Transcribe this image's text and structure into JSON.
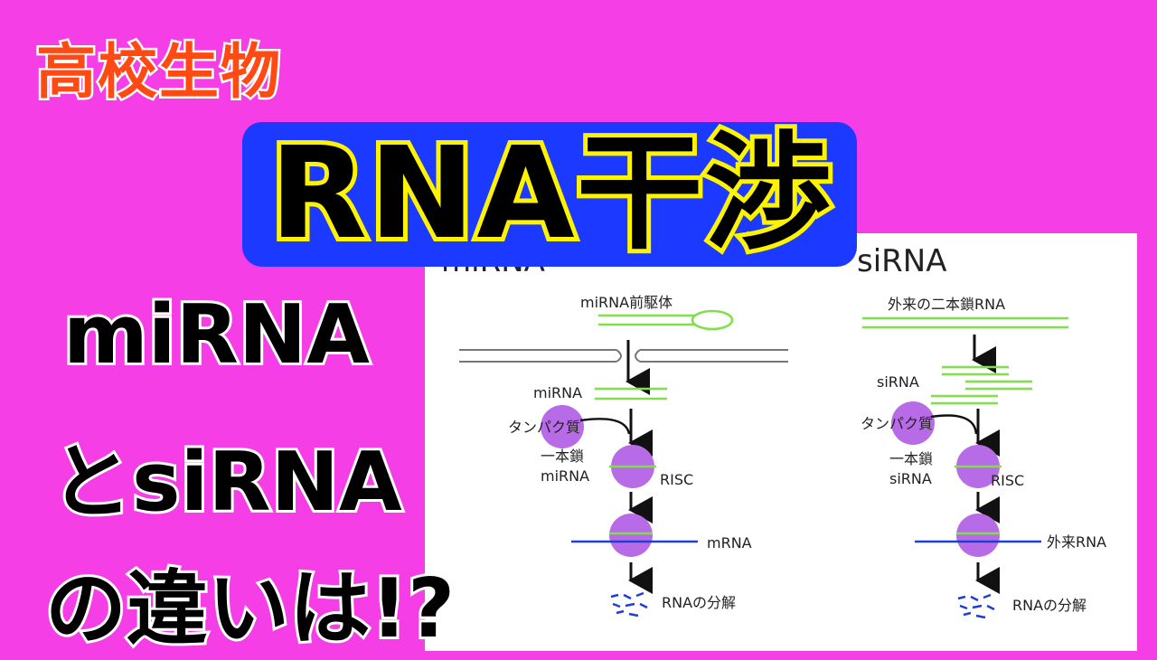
{
  "subject": "高校生物",
  "title": "RNA干渉",
  "question": {
    "line1": "miRNA",
    "line2": "とsiRNA",
    "line3": "の違いは!?"
  },
  "diagram": {
    "left": {
      "heading": "miRNA",
      "precursor": "miRNA前駆体",
      "mirna": "miRNA",
      "protein": "タンパク質",
      "single_strand_1": "一本鎖",
      "single_strand_2": "miRNA",
      "risc": "RISC",
      "target": "mRNA",
      "degradation": "RNAの分解"
    },
    "right": {
      "heading": "siRNA",
      "source": "外来の二本鎖RNA",
      "sirna": "siRNA",
      "protein": "タンパク質",
      "single_strand_1": "一本鎖",
      "single_strand_2": "siRNA",
      "risc": "RISC",
      "target": "外来RNA",
      "degradation": "RNAの分解"
    }
  },
  "colors": {
    "background": "#f53ee6",
    "strand": "#7fe04a",
    "protein": "#b86be6",
    "mrna": "#1d3fd6",
    "subject": "#ff4a14",
    "title_stroke": "#fff400",
    "title_box": "#1c39ff"
  }
}
